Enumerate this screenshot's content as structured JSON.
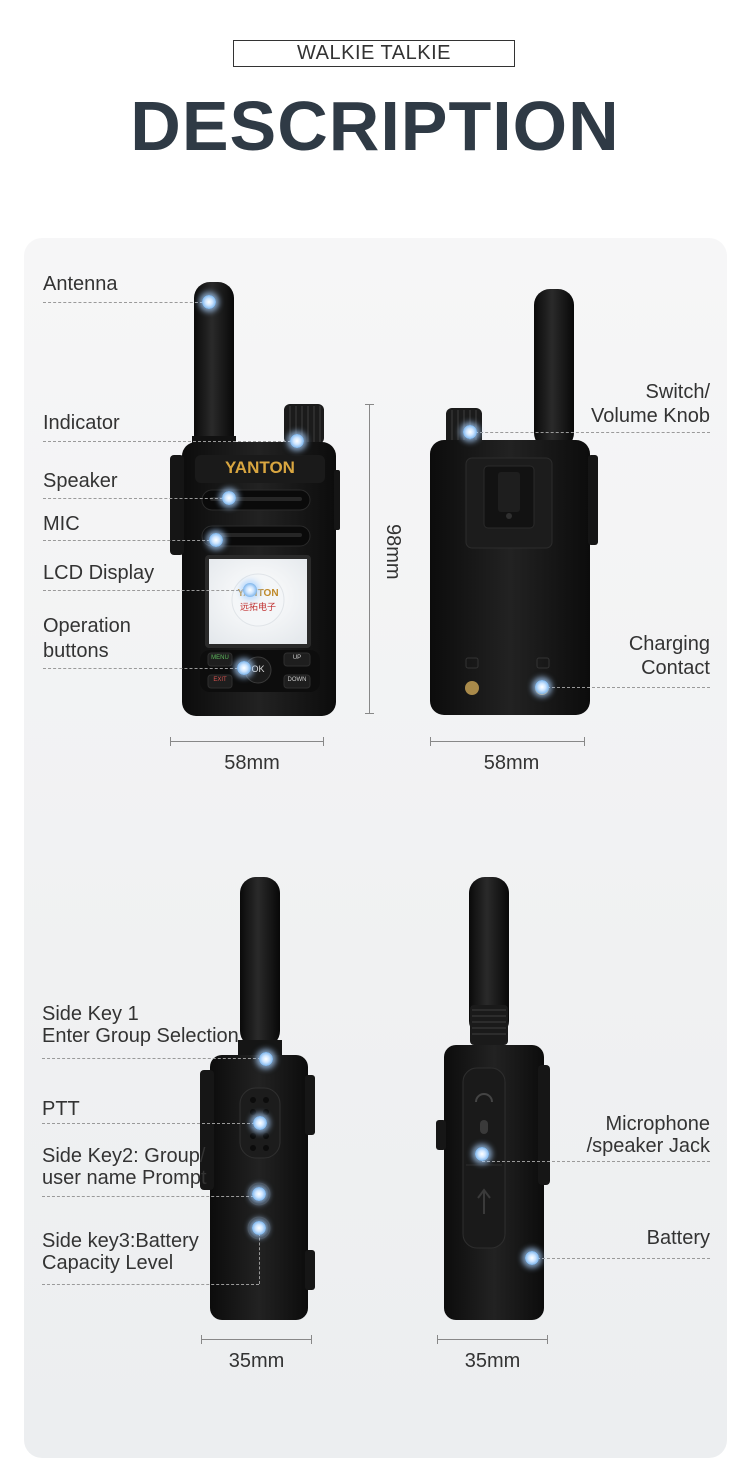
{
  "header": {
    "tag": "WALKIE TALKIE",
    "title": "DESCRIPTION"
  },
  "front": {
    "labels": {
      "antenna": "Antenna",
      "indicator": "Indicator",
      "speaker": "Speaker",
      "mic": "MIC",
      "lcd": "LCD Display",
      "operation_1": "Operation",
      "operation_2": "buttons"
    },
    "brand": "YANTON",
    "screen_brand": "YANTON",
    "screen_sub": "远拓电子",
    "keys": {
      "menu": "MENU",
      "up": "UP",
      "ok": "OK",
      "exit": "EXIT",
      "down": "DOWN"
    },
    "width_dim": "58mm",
    "height_dim": "98mm"
  },
  "back": {
    "labels": {
      "switch_1": "Switch/",
      "switch_2": "Volume Knob",
      "charging_1": "Charging",
      "charging_2": "Contact"
    },
    "width_dim": "58mm"
  },
  "side_left": {
    "labels": {
      "sidekey1_1": "Side Key 1",
      "sidekey1_2": "Enter Group Selection",
      "ptt": "PTT",
      "sidekey2_1": "Side Key2: Group/",
      "sidekey2_2": "user name Prompt",
      "sidekey3_1": "Side key3:Battery",
      "sidekey3_2": "Capacity Level"
    },
    "width_dim": "35mm"
  },
  "side_right": {
    "labels": {
      "jack_1": "Microphone",
      "jack_2": "/speaker Jack",
      "battery": "Battery"
    },
    "width_dim": "35mm"
  },
  "colors": {
    "title": "#2f3a45",
    "device": "#141414",
    "brand_gold": "#d9a640",
    "hotspot": "#8cc0f0"
  }
}
